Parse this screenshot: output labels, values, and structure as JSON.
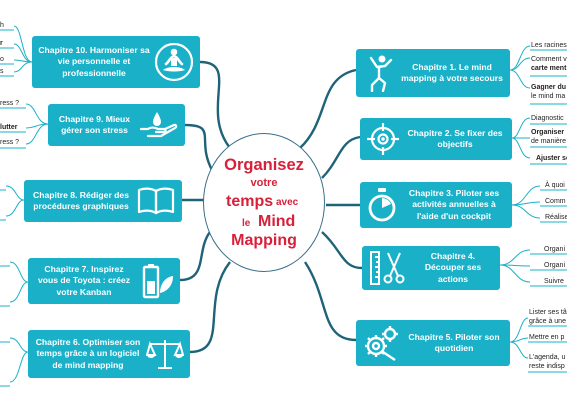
{
  "center": {
    "line1": "Organisez",
    "line2": "votre",
    "line3a": "temps",
    "line3b": "avec",
    "line4a": "le",
    "line4b": "Mind",
    "line5": "Mapping",
    "color": "#d8203a"
  },
  "colors": {
    "box": "#1ab1c8",
    "branch": "#1f6378",
    "leaf_line": "#1ab1c8"
  },
  "chapters": {
    "c1": {
      "label": "Chapitre 1. Le mind mapping à votre secours",
      "icon": "person-icon"
    },
    "c2": {
      "label": "Chapitre 2. Se fixer des objectifs",
      "icon": "target-icon"
    },
    "c3": {
      "label": "Chapitre 3. Piloter ses activités annuelles à l'aide d'un cockpit",
      "icon": "stopwatch-icon"
    },
    "c4": {
      "label": "Chapitre 4. Découper ses actions",
      "icon": "ruler-scissors-icon"
    },
    "c5": {
      "label": "Chapitre 5. Piloter son quotidien",
      "icon": "gears-icon"
    },
    "c6": {
      "label": "Chapitre 6. Optimiser son temps grâce à un logiciel de mind mapping",
      "icon": "scales-icon"
    },
    "c7": {
      "label": "Chapitre 7. Inspirez vous de Toyota : créez votre Kanban",
      "icon": "battery-leaf-icon"
    },
    "c8": {
      "label": "Chapitre 8. Rédiger des procédures graphiques",
      "icon": "open-book-icon"
    },
    "c9": {
      "label": "Chapitre 9. Mieux gérer son stress",
      "icon": "hand-drop-icon"
    },
    "c10": {
      "label": "Chapitre 10. Harmoniser sa vie personnelle et professionnelle",
      "icon": "meditation-icon"
    }
  },
  "leaves": {
    "r1a": "Les racines",
    "r1b": "Comment v",
    "r1c": "carte ment",
    "r1d": "Gagner du",
    "r1e": "le mind ma",
    "r2a": "Diagnostic",
    "r2b": "Organiser",
    "r2c": "de manière",
    "r2d": "Ajuster so",
    "r3a": "À quoi",
    "r3b": "Comm",
    "r3c": "Réalise",
    "r4a": "Organi",
    "r4b": "Organi",
    "r4c": "Suivre",
    "r5a": "Lister ses tâ",
    "r5b": "grâce à une",
    "r5c": "Mettre en p",
    "r5d": "L'agenda, u",
    "r5e": "reste indisp",
    "l10a": "h",
    "l10b": "r",
    "l10c": "o",
    "l10d": "s",
    "l9a": "ress ?",
    "l9b": "lutter",
    "l9c": "ress ?"
  }
}
